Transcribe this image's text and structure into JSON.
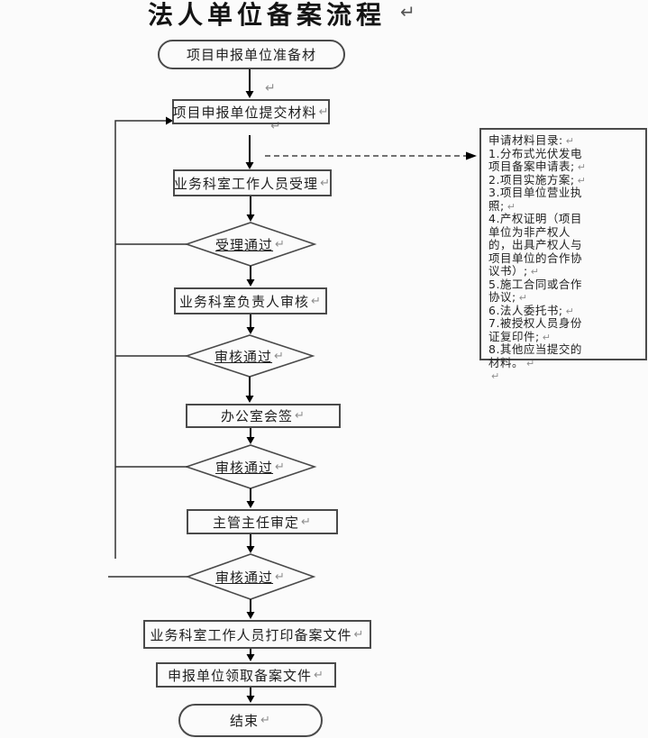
{
  "title": {
    "text": "法人单位备案流程",
    "mark": "↵"
  },
  "flow": {
    "start": {
      "text": "项目申报单位准备材"
    },
    "submit": {
      "text": "项目申报单位提交材料",
      "mark": "↵"
    },
    "accept": {
      "text": "业务科室工作人员受理",
      "mark": "↵"
    },
    "accept_pass": {
      "text": "受理通过",
      "mark": "↵"
    },
    "chief_review": {
      "text": "业务科室负责人审核",
      "mark": "↵"
    },
    "review_pass_1": {
      "text": "审核通过",
      "mark": "↵"
    },
    "countersign": {
      "text": "办公室会签",
      "mark": "↵"
    },
    "review_pass_2": {
      "text": "审核通过",
      "mark": "↵"
    },
    "director_approve": {
      "text": "主管主任审定",
      "mark": "↵"
    },
    "review_pass_3": {
      "text": "审核通过",
      "mark": "↵"
    },
    "print": {
      "text": "业务科室工作人员打印备案文件",
      "mark": "↵"
    },
    "receive": {
      "text": "申报单位领取备案文件",
      "mark": "↵"
    },
    "end": {
      "text": "结束",
      "mark": "↵"
    }
  },
  "materials_note": {
    "lines": [
      {
        "t": "申请材料目录:",
        "m": "↵"
      },
      {
        "t": "1.分布式光伏发电",
        "m": ""
      },
      {
        "t": "项目备案申请表;",
        "m": "↵"
      },
      {
        "t": "2.项目实施方案;",
        "m": "↵"
      },
      {
        "t": "3.项目单位营业执",
        "m": ""
      },
      {
        "t": "照;",
        "m": "↵"
      },
      {
        "t": "4.产权证明（项目",
        "m": ""
      },
      {
        "t": "单位为非产权人",
        "m": ""
      },
      {
        "t": "的，出具产权人与",
        "m": ""
      },
      {
        "t": "项目单位的合作协",
        "m": ""
      },
      {
        "t": "议书）;",
        "m": "↵"
      },
      {
        "t": "5.施工合同或合作",
        "m": ""
      },
      {
        "t": "协议;",
        "m": "↵"
      },
      {
        "t": "6.法人委托书;",
        "m": "↵"
      },
      {
        "t": "7.被授权人员身份",
        "m": ""
      },
      {
        "t": "证复印件;",
        "m": "↵"
      },
      {
        "t": "8.其他应当提交的",
        "m": ""
      },
      {
        "t": "材料。",
        "m": "↵"
      },
      {
        "t": "",
        "m": "↵"
      }
    ]
  },
  "floating_marks": [
    "↵",
    "↵"
  ],
  "colors": {
    "background": "#fbfbfb",
    "text": "#1f1f1f",
    "shape_border": "#4a4a4a",
    "arrow": "#000000",
    "feedback_line": "#333333",
    "dashed_line": "#444444",
    "paragraph_mark": "#8f8f8f"
  }
}
